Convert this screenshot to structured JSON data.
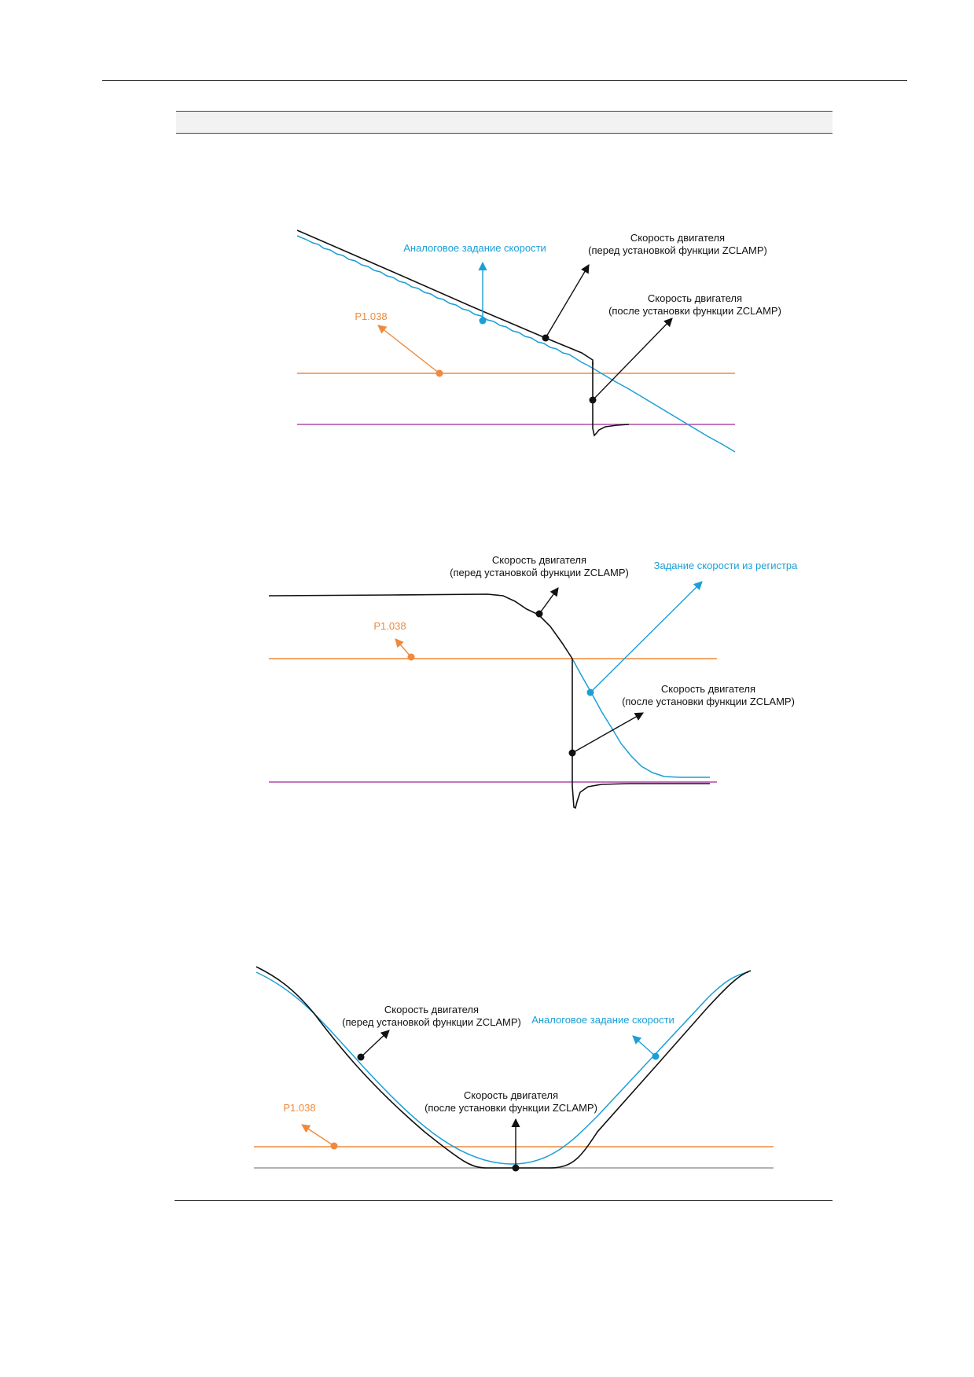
{
  "colors": {
    "motor": "#111111",
    "reference": "#1a9fd6",
    "threshold": "#ef8a3c",
    "zero_line_1": "#b04aa8",
    "zero_line_3": "#9a9a9a"
  },
  "diagram_1": {
    "reference_label": "Аналоговое задание скорости",
    "before_label": [
      "Скорость двигателя",
      "(перед установкой функции ZCLAMP)"
    ],
    "after_label": [
      "Скорость двигателя",
      "(после установки функции ZCLAMP)"
    ],
    "threshold_label": "P1.038"
  },
  "diagram_2": {
    "before_label": [
      "Скорость двигателя",
      "(перед установкой функции ZCLAMP)"
    ],
    "reference_label": "Задание скорости из регистра",
    "threshold_label": "P1.038",
    "after_label": [
      "Скорость двигателя",
      "(после установки функции ZCLAMP)"
    ]
  },
  "diagram_3": {
    "before_label": [
      "Скорость двигателя",
      "(перед установкой функции ZCLAMP)"
    ],
    "reference_label": "Аналоговое задание скорости",
    "after_label": [
      "Скорость двигателя",
      "(после установки функции ZCLAMP)"
    ],
    "threshold_label": "P1.038"
  }
}
